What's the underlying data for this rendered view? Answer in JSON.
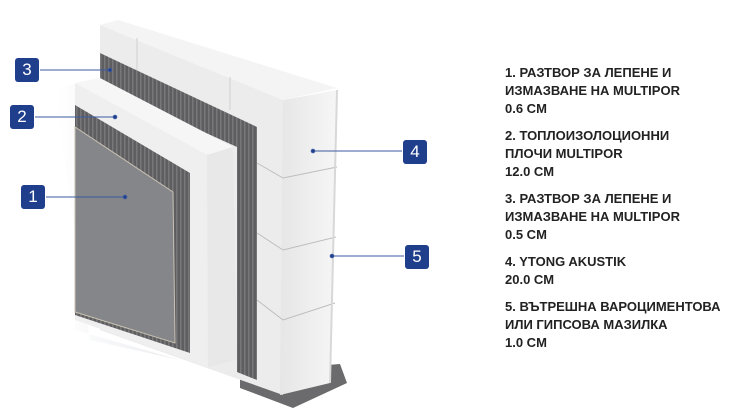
{
  "colors": {
    "badge": "#1f3f8c",
    "leader": "#3b5aa0"
  },
  "badges": [
    "1",
    "2",
    "3",
    "4",
    "5"
  ],
  "legend": [
    {
      "lines": [
        "1. РАЗТВОР ЗА ЛЕПЕНЕ И",
        "ИЗМАЗВАНЕ НА MULTIPOR",
        "0.6 CM"
      ]
    },
    {
      "lines": [
        "2. ТОПЛОИЗОЛОЦИОННИ",
        "ПЛОЧИ MULTIPOR",
        "12.0 CM"
      ]
    },
    {
      "lines": [
        "3. РАЗТВОР ЗА ЛЕПЕНЕ И",
        "ИЗМАЗВАНЕ НА MULTIPOR",
        "0.5 CM"
      ]
    },
    {
      "lines": [
        "4. YTONG AKUSTIK",
        "20.0 CM"
      ]
    },
    {
      "lines": [
        "5. ВЪТРЕШНА ВАРОЦИМЕНТОВА",
        "ИЛИ ГИПСОВА МАЗИЛКА",
        "1.0 CM"
      ]
    }
  ]
}
